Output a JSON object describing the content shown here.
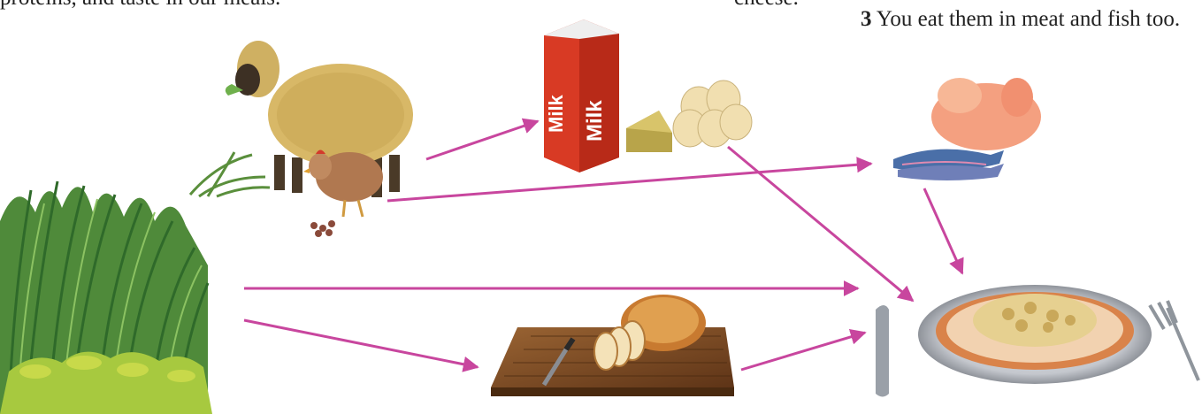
{
  "top_text_left": "proteins, and taste in our meals.",
  "top_text_mid": "cheese.",
  "note": {
    "number": "3",
    "text": "You eat them in meat and fish too."
  },
  "items": {
    "grass": "grass-and-plants",
    "sheep": "sheep-eating-grass",
    "hen": "hen-with-grain",
    "dairy": "milk-carton-cheese-eggs",
    "milk_label": "Milk",
    "meat_fish": "chicken-and-fish",
    "bread": "bread-on-cutting-board",
    "meal": "plate-of-food-with-knife-and-fork"
  },
  "colors": {
    "arrow": "#c8469e",
    "board": "#7a4a24",
    "plate": "#b9bcc2",
    "milk_red": "#d83a24"
  }
}
